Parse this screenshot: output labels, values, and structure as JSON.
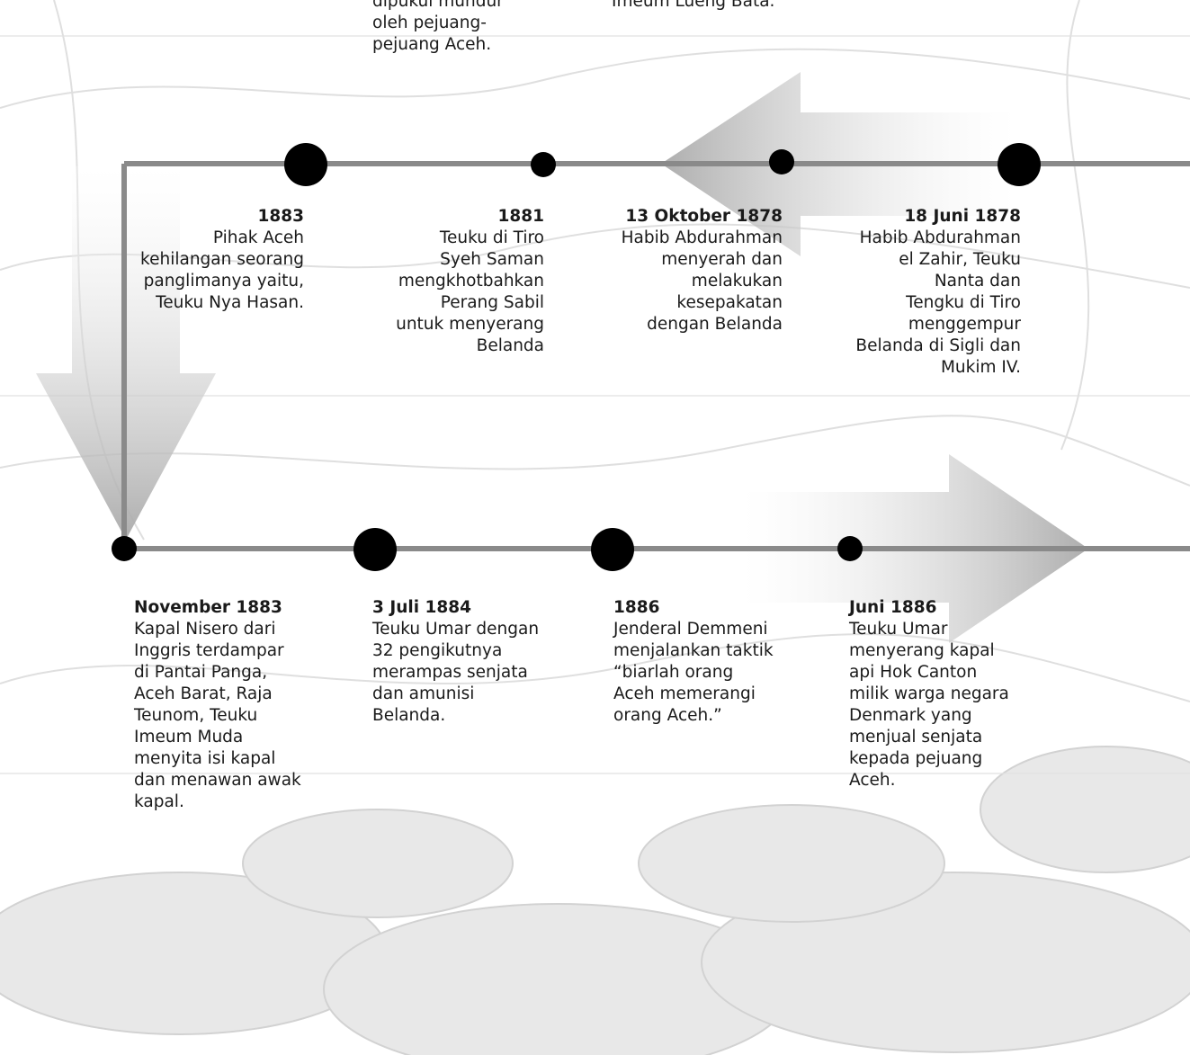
{
  "top_fragments": [
    {
      "text": "dipukul mundur\noleh pejuang-\npejuang Aceh."
    },
    {
      "text": "Imeum Lueng Bata."
    }
  ],
  "events_top_row": [
    {
      "date": "1883",
      "text": "Pihak Aceh\nkehilangan seorang\npanglimanya yaitu,\nTeuku Nya Hasan."
    },
    {
      "date": "1881",
      "text": "Teuku di Tiro\nSyeh Saman\nmengkhotbahkan\nPerang Sabil\nuntuk menyerang\nBelanda"
    },
    {
      "date": "13 Oktober 1878",
      "text": "Habib Abdurahman\nmenyerah dan\nmelakukan\nkesepakatan\ndengan Belanda"
    },
    {
      "date": "18 Juni 1878",
      "text": "Habib Abdurahman\nel Zahir, Teuku\nNanta dan\nTengku di Tiro\nmenggempur\nBelanda di Sigli dan\nMukim IV."
    }
  ],
  "events_bottom_row": [
    {
      "date": "November 1883",
      "text": "Kapal Nisero dari\nInggris terdampar\ndi Pantai Panga,\nAceh Barat, Raja\nTeunom, Teuku\nImeum Muda\nmenyita isi kapal\ndan menawan awak\nkapal."
    },
    {
      "date": "3 Juli 1884",
      "text": "Teuku Umar dengan\n32 pengikutnya\nmerampas senjata\ndan amunisi\nBelanda."
    },
    {
      "date": "1886",
      "text": "Jenderal Demmeni\nmenjalankan taktik\n“biarlah orang\nAceh memerangi\norang Aceh.”"
    },
    {
      "date": "Juni 1886",
      "text": "Teuku Umar\nmenyerang kapal\napi Hok Canton\nmilik warga negara\nDenmark yang\nmenjual senjata\nkepada pejuang\nAceh."
    }
  ],
  "colors": {
    "line": "#8a8a8a",
    "dot": "#000000",
    "arrow": "#b5b5b5",
    "sketch": "#d9d9d9"
  }
}
